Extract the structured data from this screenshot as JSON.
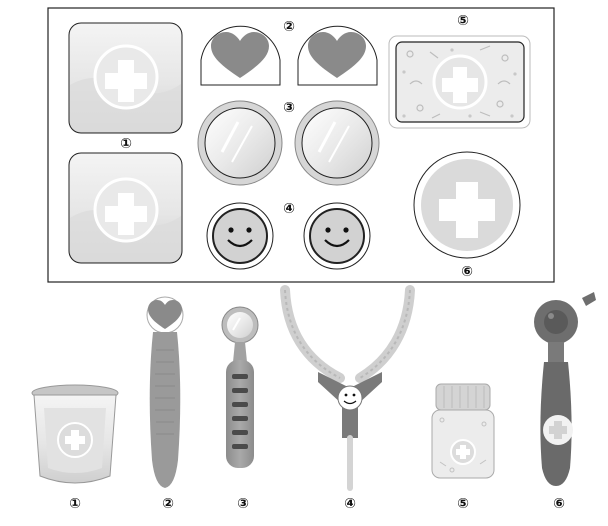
{
  "sticker_sheet": {
    "labels": {
      "n1": "①",
      "n2": "②",
      "n3": "③",
      "n4": "④",
      "n5": "⑤",
      "n6": "⑥"
    }
  },
  "toys": {
    "labels": {
      "n1": "①",
      "n2": "②",
      "n3": "③",
      "n4": "④",
      "n5": "⑤",
      "n6": "⑥"
    }
  },
  "colors": {
    "frame": "#222222",
    "sticker_fill": "#d8d8d8",
    "heart": "#8a8a8a",
    "toy_dark": "#6e6e6e"
  }
}
